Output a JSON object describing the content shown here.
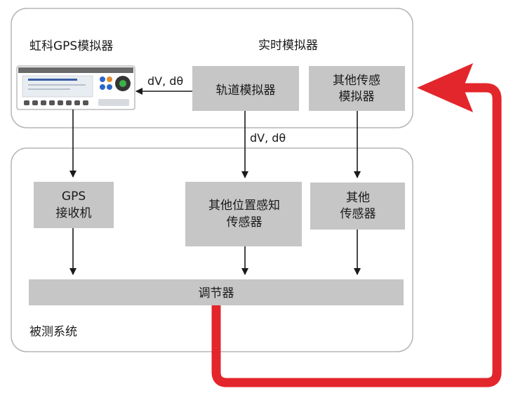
{
  "simulator_group": {
    "device_label": "虹科GPS模拟器",
    "realtime_label": "实时模拟器",
    "orbit_box": "轨道模拟器",
    "other_sensor_sim": [
      "其他传感",
      "模拟器"
    ]
  },
  "arrow_labels": {
    "orbit_to_device": "dV, dθ",
    "orbit_to_position": "dV, dθ"
  },
  "system_group": {
    "label": "被测系统",
    "gps_receiver": [
      "GPS",
      "接收机"
    ],
    "position_sensor": [
      "其他位置感知",
      "传感器"
    ],
    "other_sensor": [
      "其他",
      "传感器"
    ],
    "regulator": "调节器"
  },
  "colors": {
    "box_fill": "#c6c6c6",
    "group_border": "#b5b5b5",
    "feedback_arrow": "#e3262b",
    "arrow": "#1a1a1a"
  }
}
